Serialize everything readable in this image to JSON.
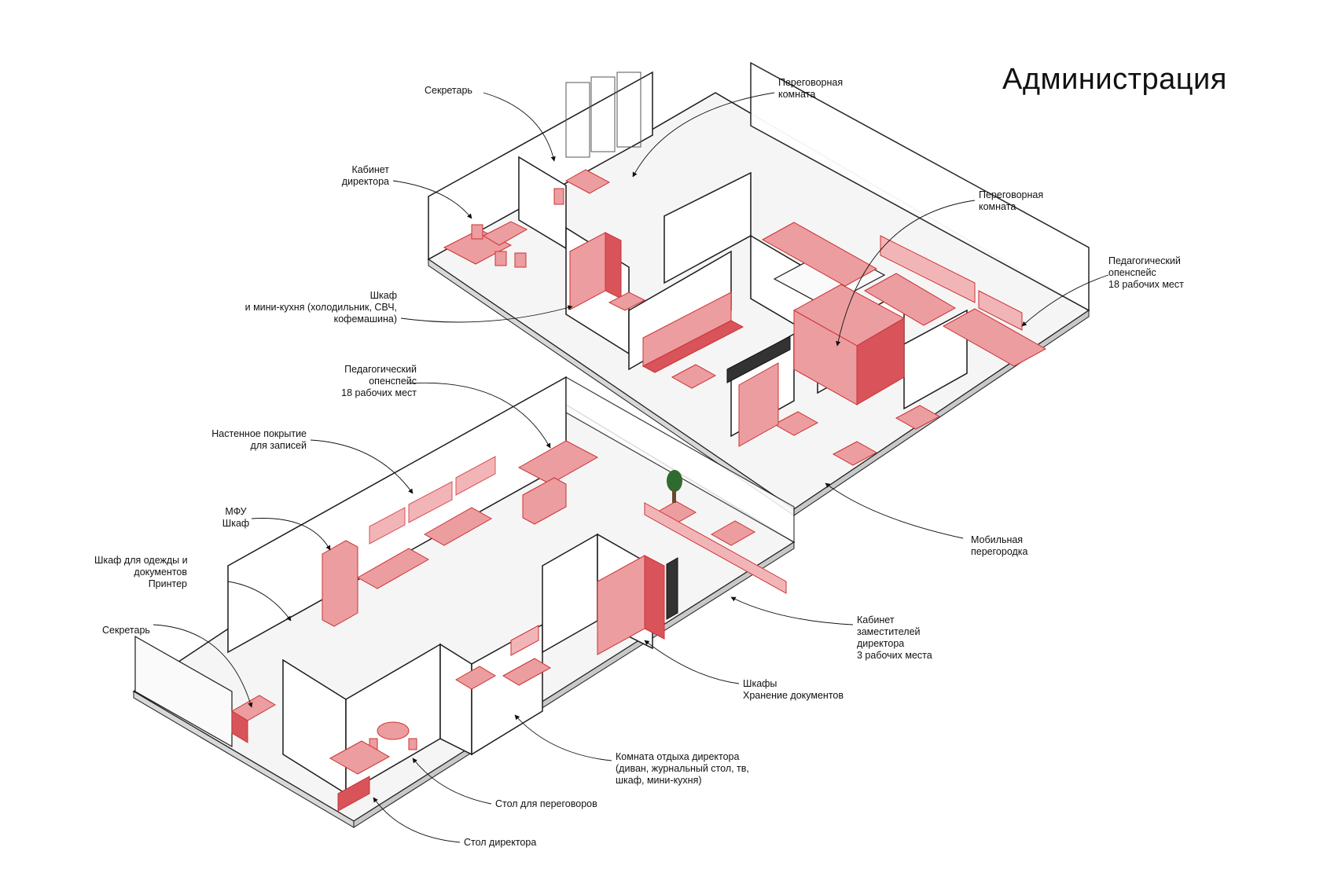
{
  "title": "Администрация",
  "colors": {
    "accent": "#d9545a",
    "accent_fill": "#ec9da0",
    "line": "#1a1a1a",
    "floor": "#f4f4f4"
  },
  "labels": {
    "secretary_top": [
      "Секретарь"
    ],
    "meeting_room_top": [
      "Переговорная",
      "комната"
    ],
    "director_office_top": [
      "Кабинет",
      "директора"
    ],
    "meeting_room_right": [
      "Переговорная",
      "комната"
    ],
    "cabinet_kitchen": [
      "Шкаф",
      "и мини-кухня (холодильник, СВЧ,",
      "кофемашина)"
    ],
    "ped_openspace_top": [
      "Педагогический",
      "опенспейс",
      "18 рабочих мест"
    ],
    "ped_openspace_bottom": [
      "Педагогический",
      "опенспейс",
      "18 рабочих мест"
    ],
    "wall_covering": [
      "Настенное покрытие",
      "для записей"
    ],
    "mfu": [
      "МФУ",
      "Шкаф"
    ],
    "wardrobe_printer": [
      "Шкаф для одежды и",
      "документов",
      "Принтер"
    ],
    "secretary_bottom": [
      "Секретарь"
    ],
    "mobile_partition": [
      "Мобильная",
      "перегородка"
    ],
    "deputies_office": [
      "Кабинет",
      "заместителей",
      "директора",
      "3 рабочих места"
    ],
    "cabinets_storage": [
      "Шкафы",
      "Хранение документов"
    ],
    "rest_room": [
      "Комната отдыха директора",
      "(диван, журнальный стол, тв,",
      "шкаф, мини-кухня)"
    ],
    "meeting_table": [
      "Стол для переговоров"
    ],
    "director_desk": [
      "Стол директора"
    ]
  }
}
